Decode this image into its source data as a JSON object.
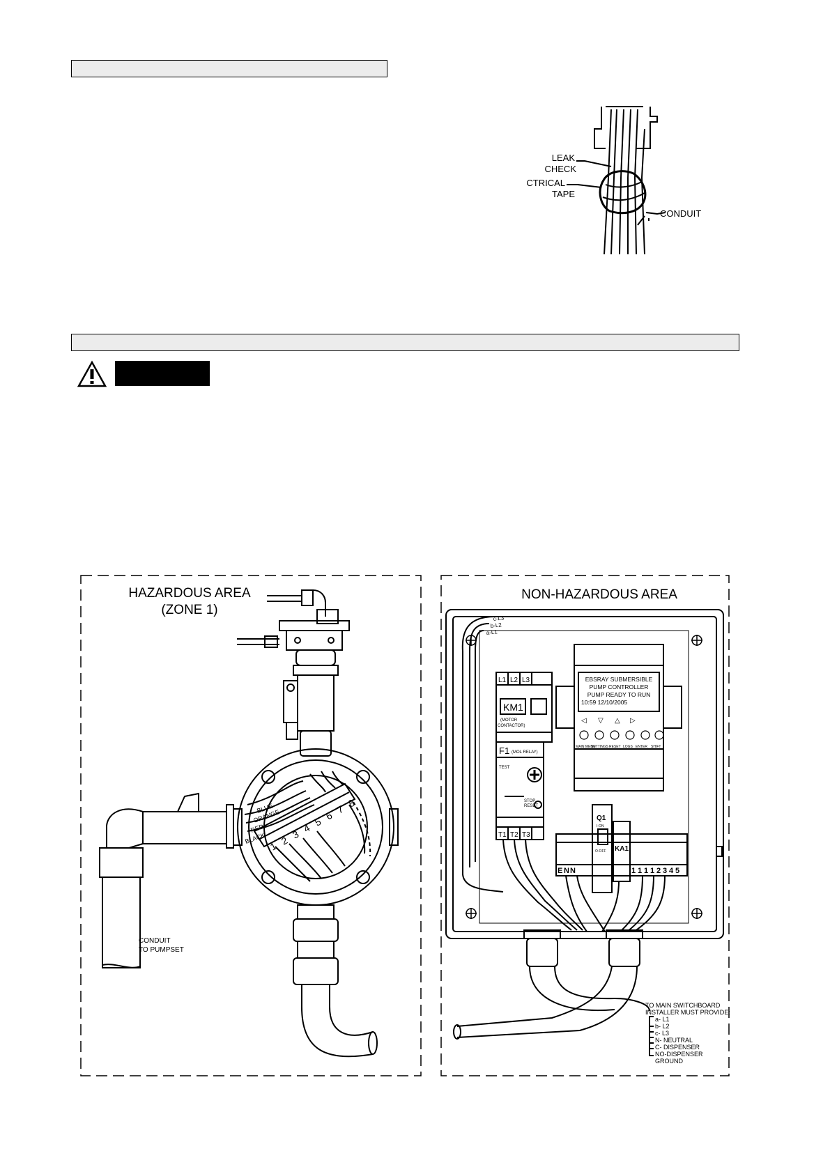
{
  "conduit_figure": {
    "leak_check": [
      "LEAK",
      "CHECK"
    ],
    "electrical_tape": [
      "ELECTRICAL",
      "TAPE"
    ],
    "conduit": "CONDUIT"
  },
  "hazardous_area": {
    "title_line1": "HAZARDOUS AREA",
    "title_line2": "(ZONE 1)",
    "wire_colours": [
      "BLUE",
      "ORANGE",
      "RED",
      "BLACK"
    ],
    "terminal_numbers": [
      "1",
      "2",
      "3",
      "4",
      "5",
      "6",
      "7",
      "8"
    ],
    "conduit_label": [
      "CONDUIT",
      "TO PUMPSET"
    ]
  },
  "non_hazardous_area": {
    "title": "NON-HAZARDOUS AREA",
    "cable_tags": [
      "c-L3",
      "b-L2",
      "a-L1"
    ],
    "km1": {
      "terminals": [
        "L1",
        "L2",
        "L3"
      ],
      "label": "KM1",
      "caption": [
        "(MOTOR",
        "CONTACTOR)"
      ],
      "f1": "F1",
      "f1_caption": "(MOL RELAY)",
      "test": "TEST",
      "stop_reset": [
        "STOP",
        "RESET"
      ],
      "outputs": [
        "T1",
        "T2",
        "T3"
      ]
    },
    "display": {
      "lines": [
        "EBSRAY SUBMERSIBLE",
        "PUMP CONTROLLER",
        "PUMP READY TO RUN",
        "10:59      12/10/2005"
      ],
      "arrows": [
        "◁",
        "▽",
        "△",
        "▷"
      ],
      "buttons": [
        "MAIN MENU",
        "SETTINGS",
        "RESET",
        "LOGS",
        "ENTER",
        "SHIFT"
      ]
    },
    "q1": {
      "label": "Q1",
      "on": "I-ON",
      "off": "O-OFF"
    },
    "ka1": "KA1",
    "terminal_row": [
      "E",
      "N",
      "N",
      "1",
      "1",
      "1",
      "1",
      "2",
      "3",
      "4",
      "5"
    ],
    "installer_note": {
      "heading": [
        "TO MAIN SWITCHBOARD",
        "INSTALLER MUST PROVIDE:"
      ],
      "items": [
        "a- L1",
        "b- L2",
        "c- L3",
        "N- NEUTRAL",
        "C- DISPENSER",
        "NO-DISPENSER",
        "GROUND"
      ]
    }
  }
}
